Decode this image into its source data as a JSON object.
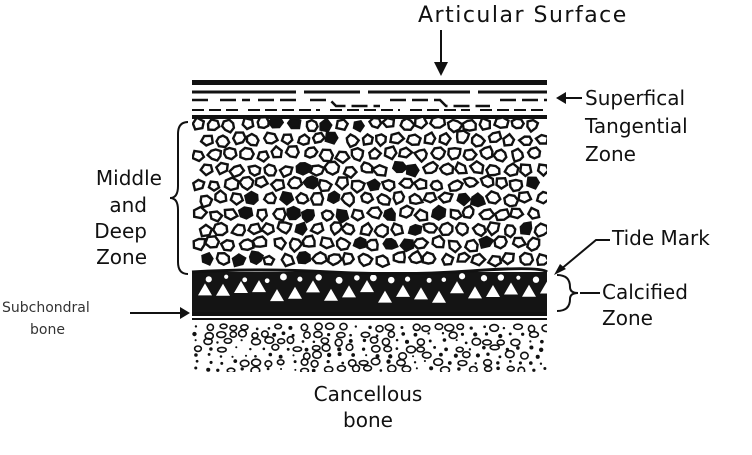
{
  "diagram": {
    "top_label": "Articular Surface",
    "right_labels": {
      "superficial": [
        "Superfical",
        "Tangential",
        "Zone"
      ],
      "tide_mark": "Tide Mark",
      "calcified": [
        "Calcified",
        "Zone"
      ]
    },
    "left_labels": {
      "middle_deep": [
        "Middle",
        "and",
        "Deep",
        "Zone"
      ],
      "subchondral": [
        "Subchondral",
        "bone"
      ]
    },
    "bottom_label": [
      "Cancellous",
      "bone"
    ],
    "colors": {
      "ink": "#111111",
      "paper": "#ffffff"
    }
  }
}
